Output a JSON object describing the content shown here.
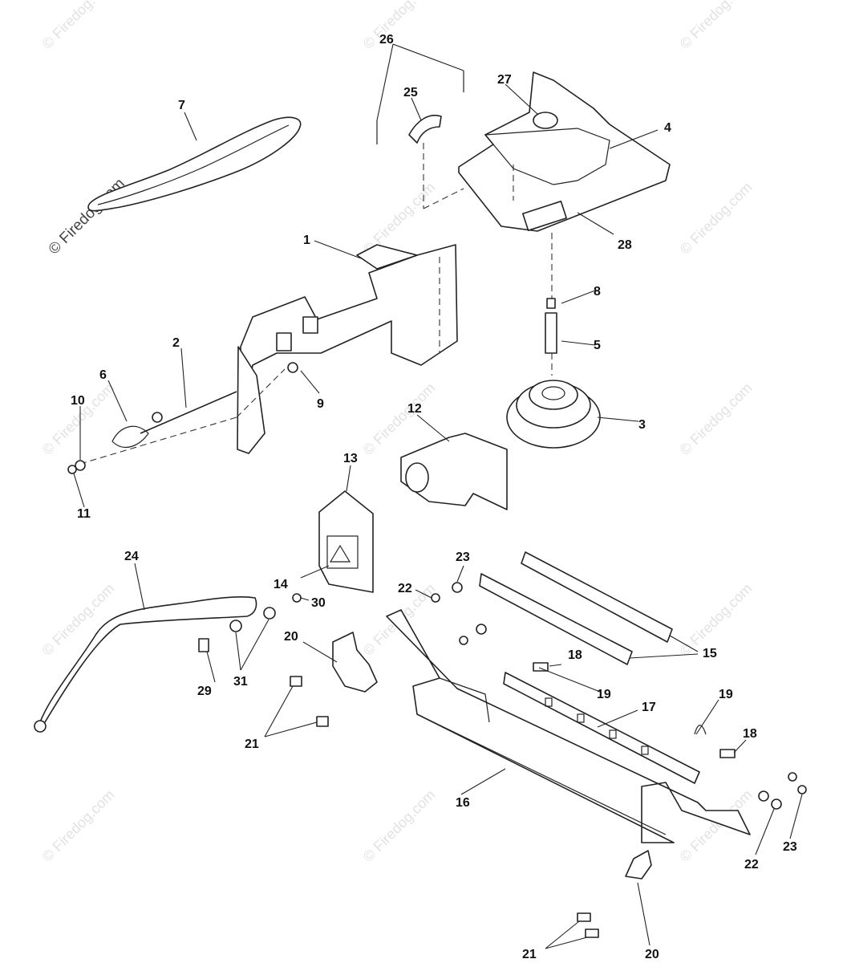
{
  "watermark": {
    "text": "© Firedog.com",
    "prominent_text": "© Firedog.com"
  },
  "callouts": {
    "c1": "1",
    "c2": "2",
    "c3": "3",
    "c4": "4",
    "c5": "5",
    "c6": "6",
    "c7": "7",
    "c8": "8",
    "c9": "9",
    "c10": "10",
    "c11": "11",
    "c12": "12",
    "c13": "13",
    "c14": "14",
    "c15": "15",
    "c16": "16",
    "c17": "17",
    "c18a": "18",
    "c18b": "18",
    "c19a": "19",
    "c19b": "19",
    "c20a": "20",
    "c20b": "20",
    "c21a": "21",
    "c21b": "21",
    "c22a": "22",
    "c22b": "22",
    "c23a": "23",
    "c23b": "23",
    "c24": "24",
    "c25": "25",
    "c26": "26",
    "c27": "27",
    "c28": "28",
    "c29": "29",
    "c30": "30",
    "c31": "31"
  }
}
